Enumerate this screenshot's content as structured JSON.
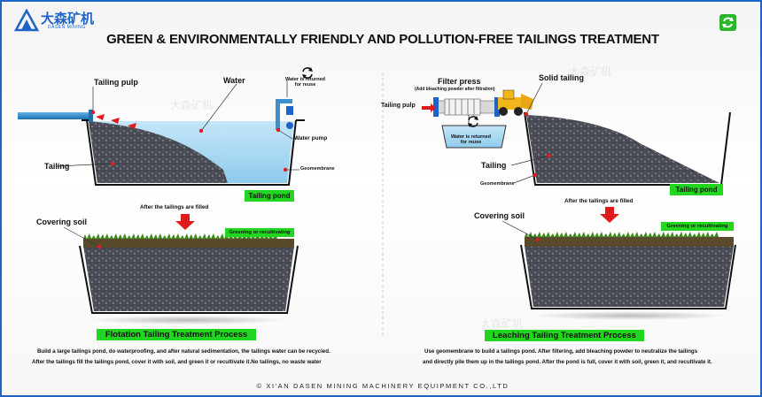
{
  "logo": {
    "cn": "大森矿机",
    "en": "DASEN MINING"
  },
  "title": "GREEN & ENVIRONMENTALLY FRIENDLY AND POLLUTION-FREE TAILINGS TREATMENT",
  "left": {
    "labels": {
      "tailing_pulp": "Tailing pulp",
      "water": "Water",
      "water_returned": "Water is returned\nfor reuse",
      "tailing": "Tailing",
      "water_pump": "Water pump",
      "geomembrane": "Geomembrane",
      "tailing_pond": "Tailing pond",
      "after_filled": "After the tailings are filled",
      "covering_soil": "Covering soil",
      "greening": "Greening or recultivating"
    },
    "process_title": "Flotation Tailing Treatment Process",
    "description": [
      "Build a large tailings pond, do waterproofing, and after natural sedimentation, the tailings water can be recycled.",
      "After the tailings fill the tailings pond, cover it with soil, and green it or recultivate it.No tailings, no waste water"
    ]
  },
  "right": {
    "labels": {
      "filter_press": "Filter press",
      "filter_press_note": "(Add bleaching powder after filtration)",
      "solid_tailing": "Solid tailing",
      "tailing_pulp": "Tailing pulp",
      "water_returned": "Water is returned\nfor reuse",
      "tailing": "Tailing",
      "geomembrane": "Geomembrane",
      "tailing_pond": "Tailing pond",
      "after_filled": "After the tailings are filled",
      "covering_soil": "Covering soil",
      "greening": "Greening or recultivating"
    },
    "process_title": "Leaching Tailing Treatment Process",
    "description": [
      "Use geomembrane to build a tailings pond. After filtering, add bleaching powder to neutralize the tailings",
      "and directly pile them up in the tailings pond. After the pond is full, cover it with soil, green it, and recultivate it."
    ]
  },
  "watermark": "大森矿机",
  "footer": "© XI'AN DASEN MINING MACHINERY EQUIPMENT CO.,LTD",
  "colors": {
    "accent_green": "#22d620",
    "frame_blue": "#1e63c8",
    "water_blue": "#a9d8f2",
    "arrow_red": "#e01b1b"
  },
  "icons": [
    "recycle-icon",
    "refresh-icon"
  ]
}
